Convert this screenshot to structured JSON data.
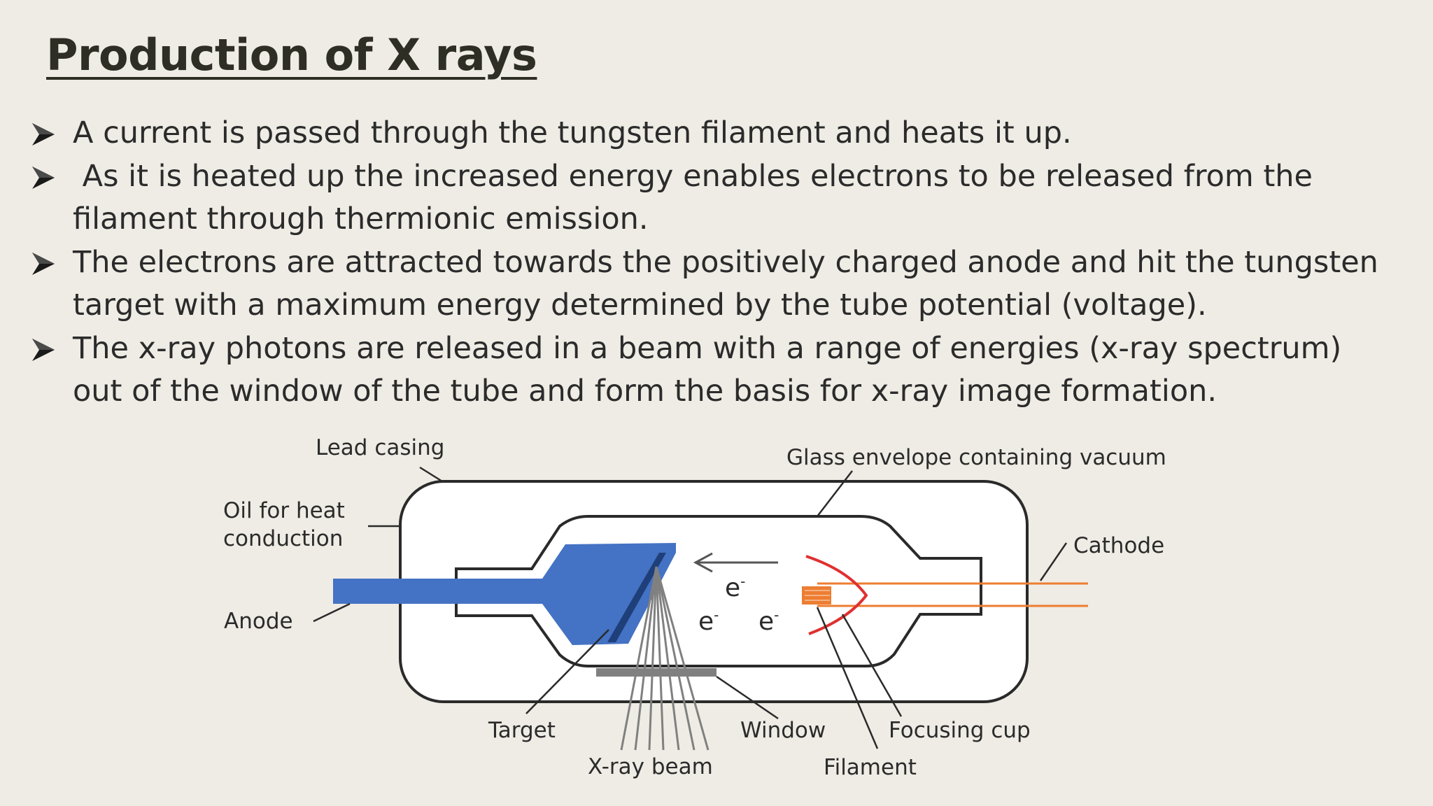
{
  "slide": {
    "title": "Production of X rays",
    "bullets": [
      "A current is passed through the tungsten filament and heats it up.",
      " As it is heated up the increased energy enables electrons to be released from the filament through thermionic emission.",
      "The electrons are attracted towards the positively charged anode and hit the tungsten target with a maximum energy determined by the tube potential (voltage).",
      "The x-ray photons are released in a beam with a range of energies (x-ray spectrum) out of the window of the tube and form the basis for x-ray image formation."
    ],
    "bullet_icon": "arrowhead-bullet-icon"
  },
  "diagram": {
    "labels": {
      "lead_casing": "Lead casing",
      "glass_envelope": "Glass envelope containing vacuum",
      "oil_line1": "Oil for heat",
      "oil_line2": "conduction",
      "cathode": "Cathode",
      "anode": "Anode",
      "target": "Target",
      "window": "Window",
      "focusing_cup": "Focusing cup",
      "xray_beam": "X-ray beam",
      "filament": "Filament"
    },
    "electron_symbol": "e",
    "electron_charge": "-",
    "colors": {
      "anode_blue": "#4472c4",
      "target_dark": "#1f3f7a",
      "cathode_orange": "#ed7d31",
      "focusing_cup_red": "#e03030",
      "window_gray": "#808080"
    }
  }
}
